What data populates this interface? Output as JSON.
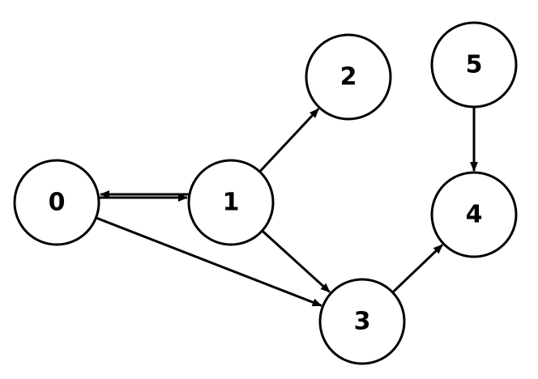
{
  "graph": {
    "directed": true,
    "nodes": [
      {
        "id": "0",
        "label": "0"
      },
      {
        "id": "1",
        "label": "1"
      },
      {
        "id": "2",
        "label": "2"
      },
      {
        "id": "3",
        "label": "3"
      },
      {
        "id": "4",
        "label": "4"
      },
      {
        "id": "5",
        "label": "5"
      }
    ],
    "edges": [
      {
        "from": "0",
        "to": "1"
      },
      {
        "from": "1",
        "to": "0"
      },
      {
        "from": "0",
        "to": "3"
      },
      {
        "from": "1",
        "to": "2"
      },
      {
        "from": "1",
        "to": "3"
      },
      {
        "from": "3",
        "to": "4"
      },
      {
        "from": "5",
        "to": "4"
      }
    ]
  },
  "colors": {
    "stroke": "#000000",
    "fill": "#ffffff",
    "text": "#000000"
  }
}
